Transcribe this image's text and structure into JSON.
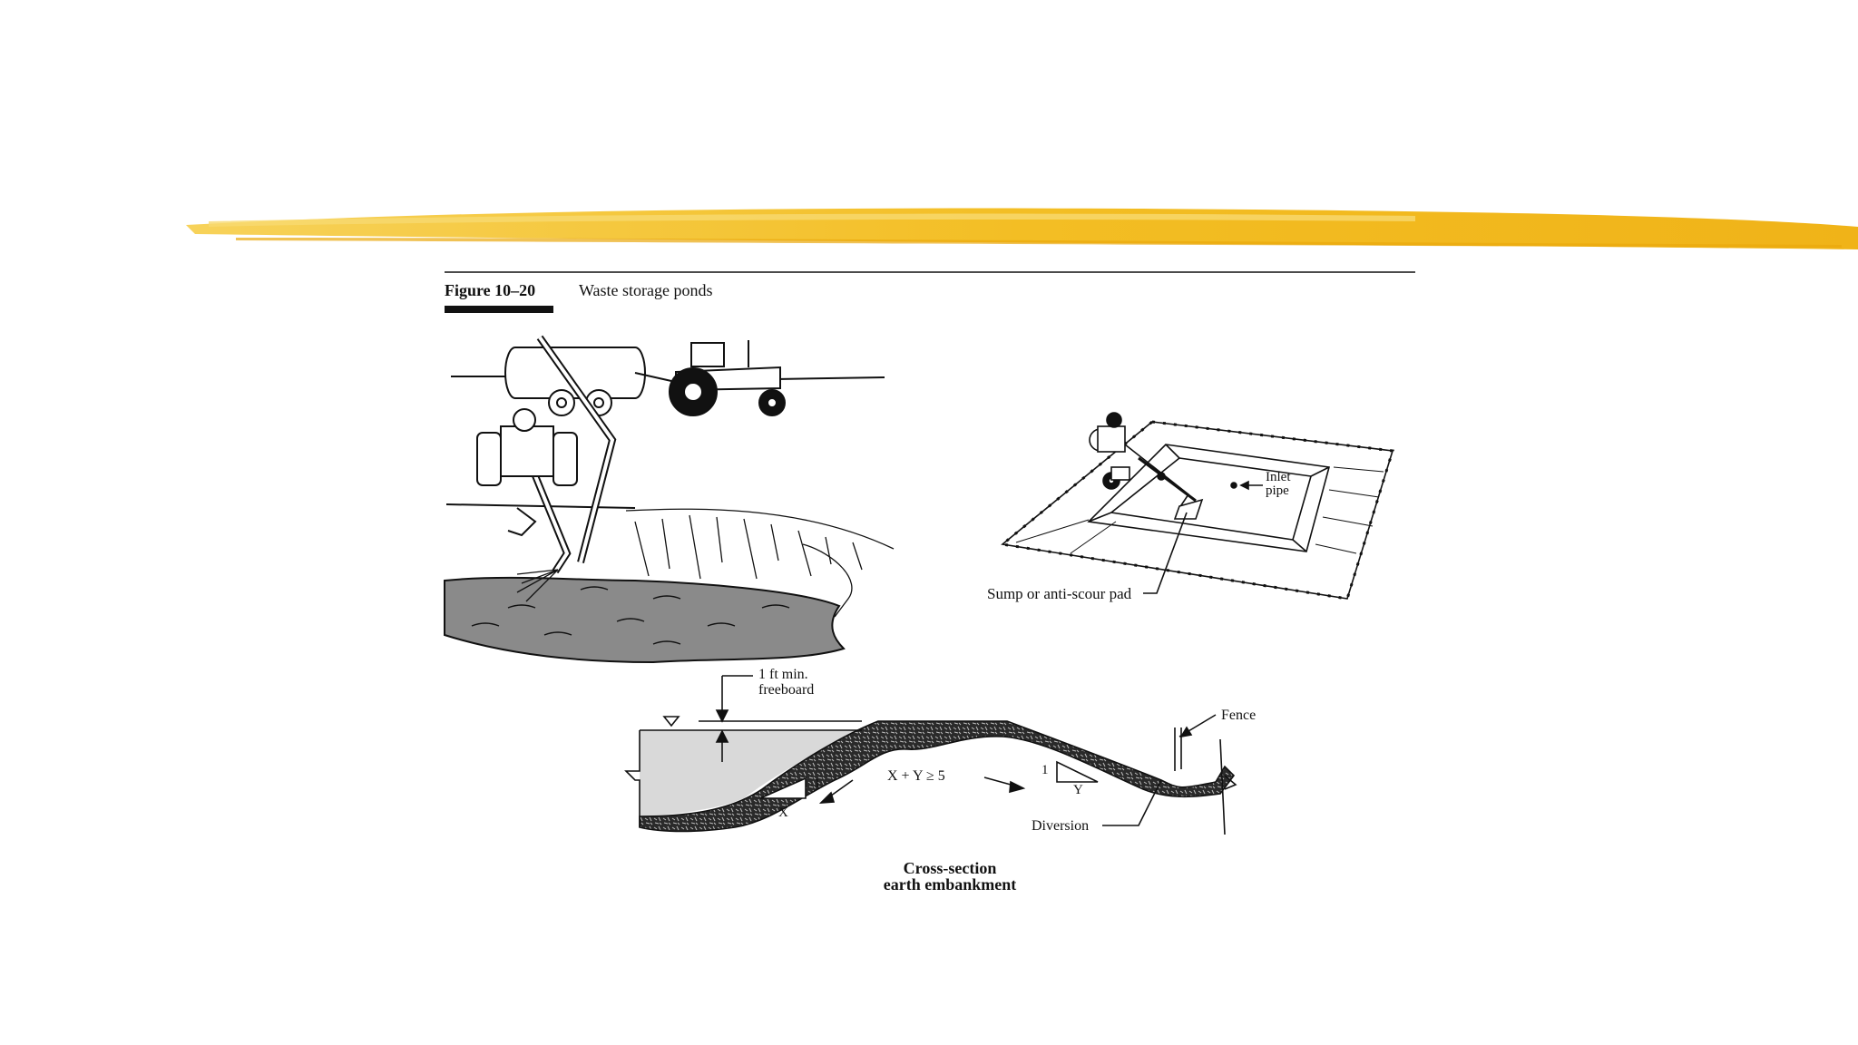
{
  "figure": {
    "number": "Figure 10–20",
    "title": "Waste storage ponds"
  },
  "labels": {
    "inlet_pipe_line1": "Inlet",
    "inlet_pipe_line2": "pipe",
    "sump": "Sump or anti-scour pad",
    "freeboard_line1": "1 ft min.",
    "freeboard_line2": "freeboard",
    "fence": "Fence",
    "equation": "X + Y ≥ 5",
    "slope_one_left": "1",
    "slope_x": "X",
    "slope_one_right": "1",
    "slope_y": "Y",
    "diversion": "Diversion",
    "caption_line1": "Cross-section",
    "caption_line2": "earth embankment"
  },
  "colors": {
    "highlight": "#f2b81c",
    "ink": "#111111",
    "water": "#8a8a8a",
    "cross_water": "#d9d9d9",
    "soil": "#2a2a2a"
  }
}
